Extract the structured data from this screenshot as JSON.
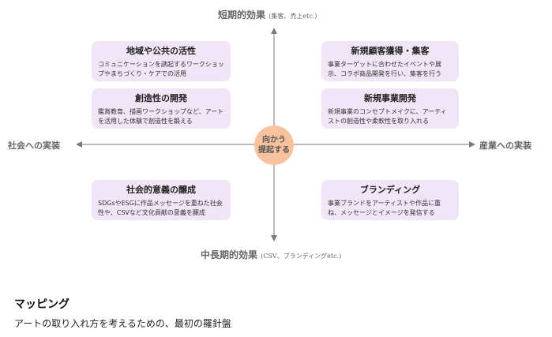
{
  "axes": {
    "top": {
      "label": "短期的効果",
      "note": "(集客、売上etc.)"
    },
    "bottom": {
      "label": "中長期的効果",
      "note": "(CSV、ブランディングetc.)"
    },
    "left": {
      "label": "社会への実装"
    },
    "right": {
      "label": "産業への実装"
    }
  },
  "center": {
    "line1": "向かう",
    "line2": "提起する"
  },
  "cards": {
    "community": {
      "title": "地域や公共の活性",
      "body": "コミュニケーションを誘起するワークショップやまちづくり・ケアでの活用"
    },
    "creativity": {
      "title": "創造性の開発",
      "body": "鑑賞教育、描画ワークショップなど、アートを活用した体験で創造性を鍛える"
    },
    "newcustomers": {
      "title": "新規顧客獲得・集客",
      "body": "事業ターゲットに合わせたイベントや展示、コラボ商品開発を行い、集客を行う"
    },
    "newbusiness": {
      "title": "新規事業開発",
      "body": "新規事業のコンセプトメイクに、アーティストの創造性や柔軟性を取り入れる"
    },
    "social": {
      "title": "社会的意義の醸成",
      "body": "SDGsやESGに作品メッセージを重ねた社会性や、CSVなど文化貢献の意義を醸成"
    },
    "branding": {
      "title": "ブランディング",
      "body": "事業ブランドをアーティストや作品に重ね、メッセージとイメージを発信する"
    }
  },
  "footer": {
    "title": "マッピング",
    "subtitle": "アートの取り入れ方を考えるための、最初の羅針盤"
  },
  "colors": {
    "card": "#f1e6f7",
    "center": "#f8c29e",
    "axis": "#7a7a7a"
  }
}
